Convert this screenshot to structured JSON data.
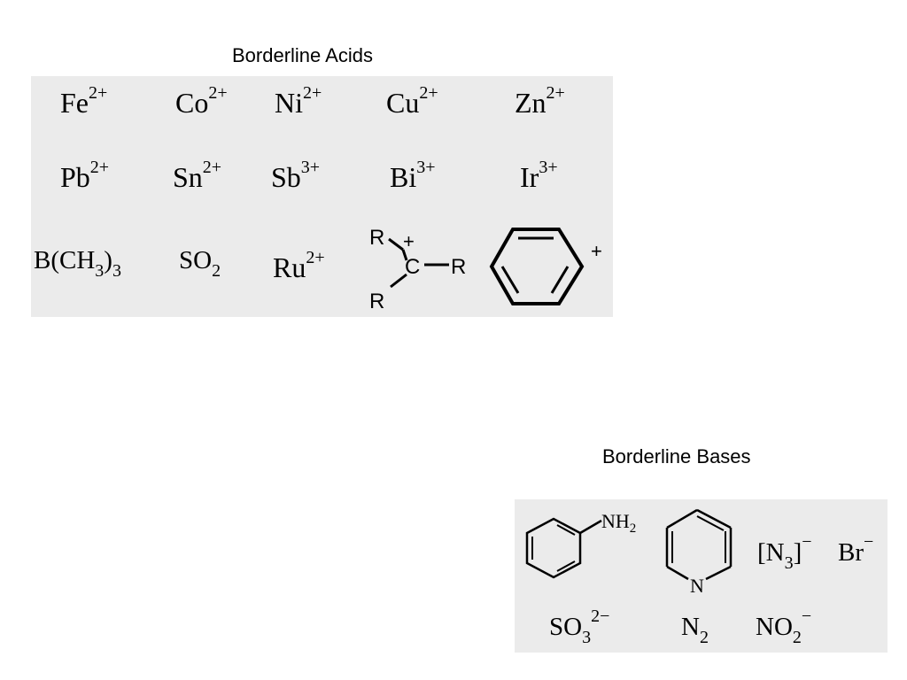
{
  "acids": {
    "title": "Borderline Acids",
    "background": "#ebebeb",
    "row1": [
      {
        "base": "Fe",
        "sup": "2+"
      },
      {
        "base": "Co",
        "sup": "2+"
      },
      {
        "base": "Ni",
        "sup": "2+"
      },
      {
        "base": "Cu",
        "sup": "2+"
      },
      {
        "base": "Zn",
        "sup": "2+"
      }
    ],
    "row2": [
      {
        "base": "Pb",
        "sup": "2+"
      },
      {
        "base": "Sn",
        "sup": "2+"
      },
      {
        "base": "Sb",
        "sup": "3+"
      },
      {
        "base": "Bi",
        "sup": "3+"
      },
      {
        "base": "Ir",
        "sup": "3+"
      }
    ],
    "bme3": {
      "a": "B(CH",
      "s1": "3",
      "b": ")",
      "s2": "3"
    },
    "so2": {
      "base": "SO",
      "sub": "2"
    },
    "ru": {
      "base": "Ru",
      "sup": "2+"
    },
    "carbocation": {
      "r": "R",
      "c": "C",
      "charge": "+"
    },
    "benzenium": {
      "charge": "+"
    }
  },
  "bases": {
    "title": "Borderline Bases",
    "background": "#ebebeb",
    "aniline": {
      "nh": "NH",
      "sub": "2"
    },
    "pyridine": {
      "n": "N"
    },
    "azide": {
      "a": "[N",
      "sub": "3",
      "b": "]",
      "sup": "−"
    },
    "bromide": {
      "base": "Br",
      "sup": "−"
    },
    "sulfite": {
      "base": "SO",
      "sub": "3",
      "sup": "2−"
    },
    "dinitrogen": {
      "base": "N",
      "sub": "2"
    },
    "nitrite": {
      "base": "NO",
      "sub": "2",
      "sup": "−"
    }
  }
}
